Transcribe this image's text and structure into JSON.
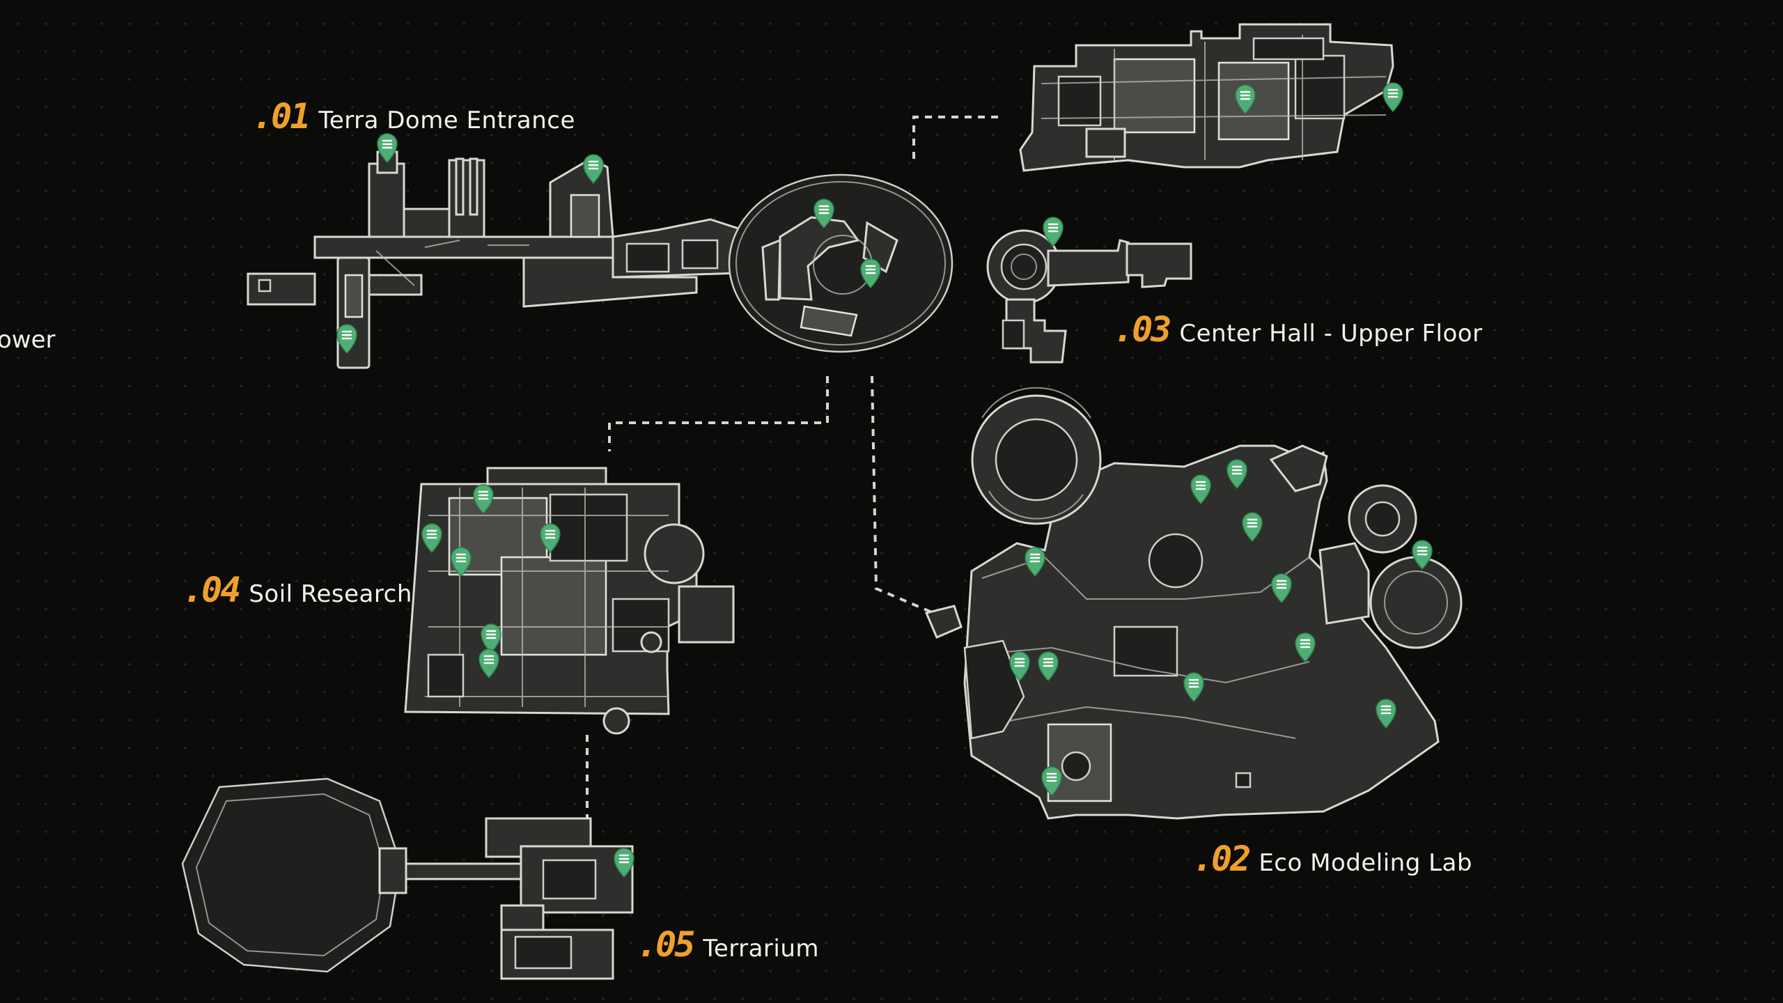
{
  "zones": [
    {
      "id": "01",
      "name": "Terra Dome Entrance"
    },
    {
      "id": "02",
      "name": "Eco Modeling Lab"
    },
    {
      "id": "03",
      "name": "Center Hall - Upper Floor"
    },
    {
      "id": "04",
      "name": "Soil Research"
    },
    {
      "id": "05",
      "name": "Terrarium"
    }
  ],
  "offscreen_label": "ower",
  "marker_icon": "note-pin-icon",
  "colors": {
    "background": "#0b0b0a",
    "zone_number": "#f0a02a",
    "zone_name": "#f2f2ee",
    "marker": "#4fae73",
    "outline": "#d8d8d4"
  }
}
